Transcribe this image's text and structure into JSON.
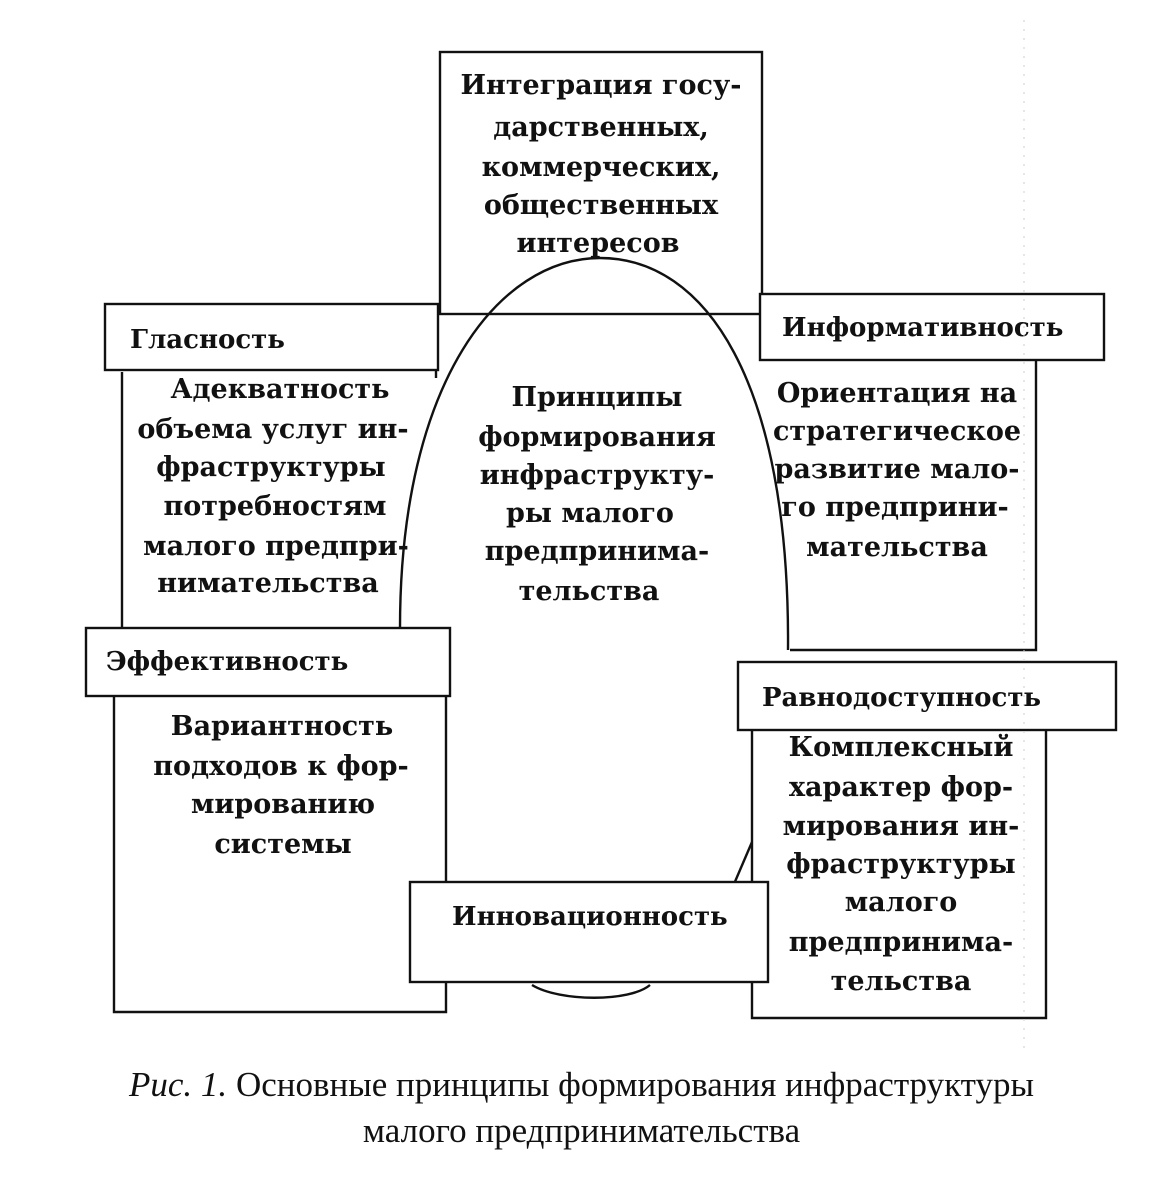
{
  "diagram": {
    "top_box": [
      "Интеграция госу-",
      "дарственных,",
      "коммерческих,",
      "общественных",
      "интересов"
    ],
    "center": [
      "Принципы",
      "формирования",
      "инфраструкту-",
      "ры малого",
      "предпринима-",
      "тельства"
    ],
    "left_upper": {
      "label": "Гласность",
      "text": [
        "Адекватность",
        "объема услуг ин-",
        "фраструктуры",
        "потребностям",
        "малого предпри-",
        "нимательства"
      ]
    },
    "left_lower": {
      "label": "Эффективность",
      "text": [
        "Вариантность",
        "подходов к фор-",
        "мированию",
        "системы"
      ]
    },
    "right_upper": {
      "label": "Информативность",
      "text": [
        "Ориентация на",
        "стратегическое",
        "развитие мало-",
        "го предприни-",
        "мательства"
      ]
    },
    "right_lower": {
      "label": "Равнодоступность",
      "text": [
        "Комплексный",
        "характер фор-",
        "мирования ин-",
        "фраструктуры",
        "малого",
        "предпринима-",
        "тельства"
      ]
    },
    "bottom_label": "Инновационность"
  },
  "caption": {
    "figure": "Рис. 1.",
    "line1": "Основные принципы формирования инфраструктуры",
    "line2": "малого предпринимательства"
  }
}
